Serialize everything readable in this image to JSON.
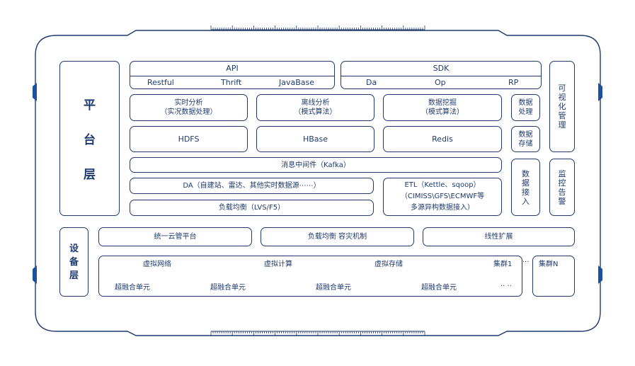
{
  "platform_layer": {
    "chars": [
      "平",
      "台",
      "层"
    ]
  },
  "device_layer": {
    "chars": [
      "设",
      "备",
      "层"
    ]
  },
  "api": {
    "title": "API",
    "items": [
      "Restful",
      "Thrift",
      "JavaBase"
    ]
  },
  "sdk": {
    "title": "SDK",
    "items": [
      "Da",
      "Op",
      "RP"
    ]
  },
  "analysis": [
    {
      "line1": "实时分析",
      "line2": "（实况数据处理）"
    },
    {
      "line1": "离线分析",
      "line2": "（模式算法）"
    },
    {
      "line1": "数据挖掘",
      "line2": "（模式算法）"
    }
  ],
  "storage": [
    "HDFS",
    "HBase",
    "Redis"
  ],
  "side_small": {
    "processing": "数据处理",
    "storage": "数据存储",
    "ingest": "数据接入"
  },
  "side_right": {
    "visual": "可视化管理",
    "monitor": "监控告警"
  },
  "mq": "消息中间件（Kafka）",
  "da": "DA（自建站、雷达、其他实时数据源⋯⋯）",
  "lb": "负载均衡（LVS/F5）",
  "etl": {
    "line1": "ETL（Kettle、sqoop）",
    "line2": "（CIMISS\\GFS\\ECMWF等",
    "line3": "多源异构数据接入）"
  },
  "device_top": [
    "统一云管平台",
    "负载均衡 容灾机制",
    "线性扩展"
  ],
  "cluster": {
    "top": [
      "虚拟网络",
      "虚拟计算",
      "虚拟存储",
      "集群1"
    ],
    "bottom": [
      "超融合单元",
      "超融合单元",
      "超融合单元",
      "超融合单元"
    ],
    "dots_top": "···",
    "dots_bottom": "·· ··",
    "cluster_n": "集群N"
  },
  "colors": {
    "primary": "#1f3a6e",
    "accent": "#1e4fa3"
  }
}
